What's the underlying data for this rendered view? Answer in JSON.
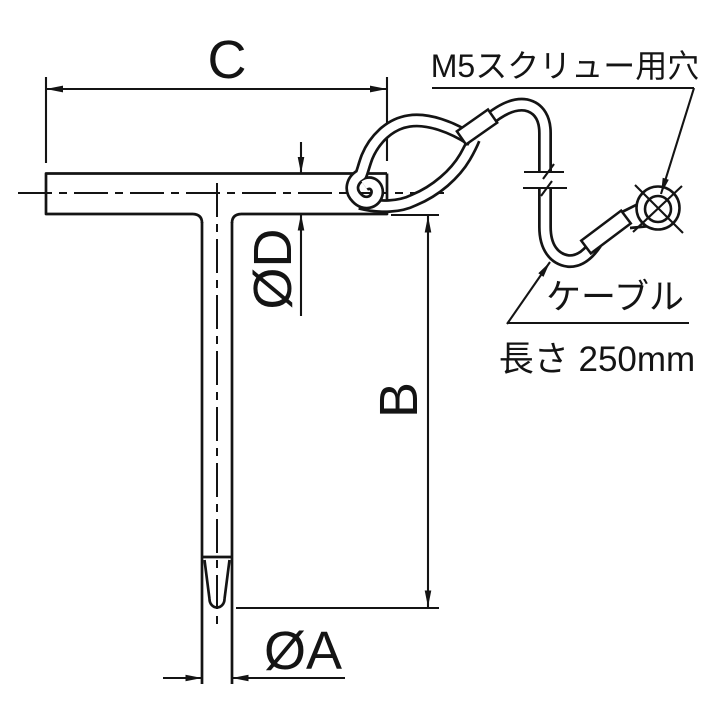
{
  "page": {
    "background": "#ffffff",
    "line_color": "#141414",
    "drawing_type": "T-pin with retaining cable — dimension drawing"
  },
  "labels": {
    "dim_c": "C",
    "dim_b": "B",
    "dim_d": "ØD",
    "dim_a": "ØA",
    "screw_hole": "M5スクリュー用穴",
    "cable": "ケーブル",
    "cable_length": "長さ 250mm"
  }
}
